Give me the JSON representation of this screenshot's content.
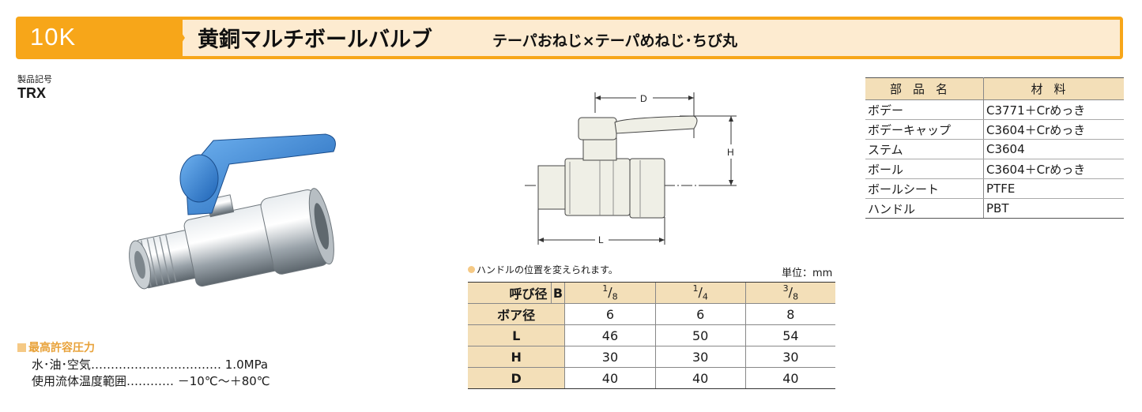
{
  "header": {
    "series": "10K",
    "title": "黄銅マルチボールバルブ",
    "subtitle": "テーパおねじ×テーパめねじ･ちび丸"
  },
  "product": {
    "code_label": "製品記号",
    "code": "TRX"
  },
  "pressure": {
    "title": "最高許容圧力",
    "lines": [
      "水･油･空気…………………………… 1.0MPa",
      "使用流体温度範囲………… －10℃～＋80℃"
    ]
  },
  "drawing": {
    "labels": {
      "d": "D",
      "h": "H",
      "l": "L"
    }
  },
  "materials": {
    "headers": [
      "部品名",
      "材料"
    ],
    "rows": [
      [
        "ボデー",
        "C3771＋Crめっき"
      ],
      [
        "ボデーキャップ",
        "C3604＋Crめっき"
      ],
      [
        "ステム",
        "C3604"
      ],
      [
        "ボール",
        "C3604＋Crめっき"
      ],
      [
        "ボールシート",
        "PTFE"
      ],
      [
        "ハンドル",
        "PBT"
      ]
    ]
  },
  "spec": {
    "note": "ハンドルの位置を変えられます。",
    "unit": "単位：mm",
    "header_label": "呼び径",
    "header_b": "B",
    "sizes": [
      {
        "num": "1",
        "den": "8"
      },
      {
        "num": "1",
        "den": "4"
      },
      {
        "num": "3",
        "den": "8"
      }
    ],
    "rows": [
      {
        "label": "ボア径",
        "values": [
          "6",
          "6",
          "8"
        ]
      },
      {
        "label": "L",
        "values": [
          "46",
          "50",
          "54"
        ]
      },
      {
        "label": "H",
        "values": [
          "30",
          "30",
          "30"
        ]
      },
      {
        "label": "D",
        "values": [
          "40",
          "40",
          "40"
        ]
      }
    ]
  },
  "colors": {
    "header_orange": "#f7a619",
    "header_light": "#fdebd0",
    "table_header": "#f3dfb8",
    "handle_blue": "#2f7fd0"
  }
}
